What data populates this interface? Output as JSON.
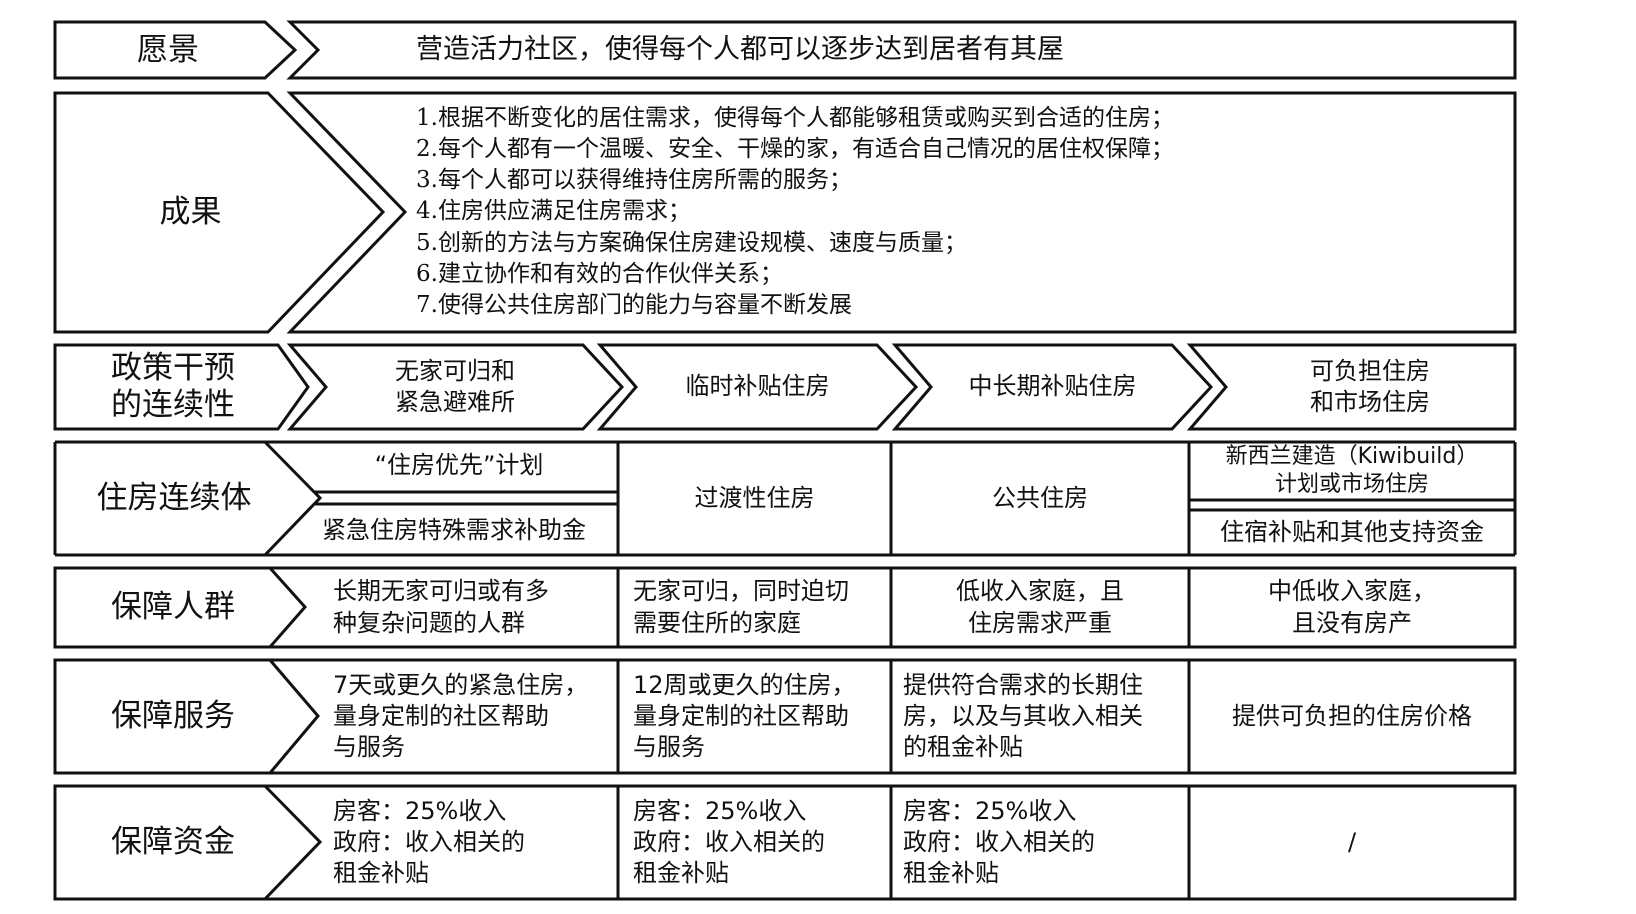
{
  "vision": {
    "label": "愿景",
    "text": "营造活力社区，使得每个人都可以逐步达到居者有其屋"
  },
  "outcomes": {
    "label": "成果",
    "items": [
      "1.根据不断变化的居住需求，使得每个人都能够租赁或购买到合适的住房；",
      "2.每个人都有一个温暖、安全、干燥的家，有适合自己情况的居住权保障；",
      "3.每个人都可以获得维持住房所需的服务；",
      "4.住房供应满足住房需求；",
      "5.创新的方法与方案确保住房建设规模、速度与质量；",
      "6.建立协作和有效的合作伙伴关系；",
      "7.使得公共住房部门的能力与容量不断发展"
    ]
  },
  "policy": {
    "label": "政策干预\n的连续性",
    "stages": [
      "无家可归和\n紧急避难所",
      "临时补贴住房",
      "中长期补贴住房",
      "可负担住房\n和市场住房"
    ]
  },
  "continuum": {
    "label": "住房连续体",
    "col1_top": "“住房优先”计划",
    "col1_bottom": "紧急住房特殊需求补助金",
    "col2": "过渡性住房",
    "col3": "公共住房",
    "col4_top": "新西兰建造（Kiwibuild）\n计划或市场住房",
    "col4_bottom": "住宿补贴和其他支持资金"
  },
  "groups": {
    "label": "保障人群",
    "cells": [
      "长期无家可归或有多\n种复杂问题的人群",
      "无家可归，同时迫切\n需要住所的家庭",
      "低收入家庭，且\n住房需求严重",
      "中低收入家庭，\n且没有房产"
    ]
  },
  "services": {
    "label": "保障服务",
    "cells": [
      "7天或更久的紧急住房，\n量身定制的社区帮助\n与服务",
      "12周或更久的住房，\n量身定制的社区帮助\n与服务",
      "提供符合需求的长期住\n房，以及与其收入相关\n的租金补贴",
      "提供可负担的住房价格"
    ]
  },
  "funding": {
    "label": "保障资金",
    "cells": [
      "房客：25%收入\n政府：收入相关的\n租金补贴",
      "房客：25%收入\n政府：收入相关的\n租金补贴",
      "房客：25%收入\n政府：收入相关的\n租金补贴",
      "/"
    ]
  }
}
